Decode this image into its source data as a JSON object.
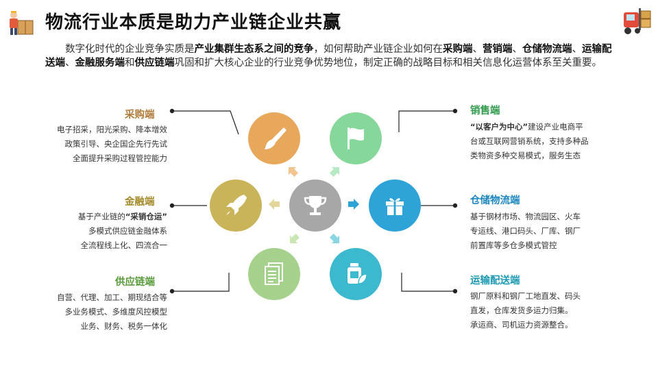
{
  "title": "物流行业本质是助力产业链企业共赢",
  "intro": {
    "p1": "数字化时代的企业竞争实质是",
    "b1": "产业集群生态系之间的竞争",
    "p2": "，如何帮助产业链企业如何在",
    "b2": "采购端",
    "p3": "、",
    "b3": "营销端",
    "p4": "、",
    "b4": "仓储物流端",
    "p5": "、",
    "b5": "运输配送端",
    "p6": "、",
    "b6": "金融服务端",
    "p7": "和",
    "b7": "供应链端",
    "p8": "巩固和扩大核心企业的行业竞争优势地位，制定正确的战略目标和相关信息化运营体系至关重要。"
  },
  "nodes": {
    "procurement": {
      "label": "采购端",
      "color": "#e8a85c",
      "icon": "paintbrush-icon",
      "lines": [
        "电子招采，阳光采购、降本增效",
        "政策引导、央企国企先行先试",
        "全面提升采购过程管控能力"
      ]
    },
    "sales": {
      "label": "销售端",
      "color": "#86d79a",
      "icon": "flag-icon",
      "quote": "“以客户为中心”",
      "line1_rest": "建设产业电商平",
      "lines": [
        "台或互联网营销系统，支持多种品",
        "类物资多种交易模式，服务生态"
      ]
    },
    "finance": {
      "label": "金融端",
      "color": "#c9b45a",
      "icon": "rocket-icon",
      "line1_pre": "基于产业链的",
      "quote": "“采销仓运”",
      "lines": [
        "多模式供应链金融体系",
        "全流程线上化、四流合一"
      ]
    },
    "warehouse": {
      "label": "仓储物流端",
      "color": "#2ea3d8",
      "icon": "gift-icon",
      "lines": [
        "基于钢材市场、物流园区、火车",
        "专运线、港口码头、厂库、钢厂",
        "前置库等多仓多模式管控"
      ]
    },
    "supply": {
      "label": "供应链端",
      "color": "#a6d18c",
      "icon": "document-icon",
      "lines": [
        "自营、代理、加工、期现结合等",
        "多业务模式、多维度风控模型",
        "业务、财务、税务一体化"
      ]
    },
    "transport": {
      "label": "运输配送端",
      "color": "#3cb9cf",
      "icon": "jar-leaf-icon",
      "lines": [
        "钢厂原料和钢厂工地直发、码头",
        "直发，仓库发货多运力归集。",
        "承运商、司机运力资源整合。"
      ]
    },
    "center": {
      "color": "#a7a7a7",
      "icon": "trophy-icon"
    }
  },
  "colors": {
    "procurement_label": "#b07c3a",
    "sales_label": "#2e9a4a",
    "finance_label": "#a48a2a",
    "warehouse_label": "#1c86c0",
    "supply_label": "#5a9c3a",
    "transport_label": "#1c9ab3"
  }
}
